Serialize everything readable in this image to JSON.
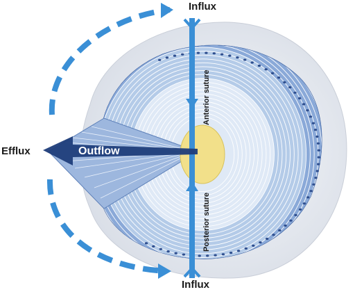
{
  "labels": {
    "influx_top": "Influx",
    "influx_bottom": "Influx",
    "efflux": "Efflux",
    "outflow": "Outflow",
    "anterior_suture": "Anterior suture",
    "posterior_suture": "Posterior suture"
  },
  "colors": {
    "flow_blue": "#3a8fd6",
    "dashed_arrow": "#3a8fd6",
    "outflow_arrow": "#1f3d7a",
    "nucleus": "#f2e08a",
    "lens_light": "#dfe9f6",
    "lens_mid": "#b4cbe8",
    "lens_dark": "#7e9fd0",
    "capsule": "#eef1f5"
  }
}
